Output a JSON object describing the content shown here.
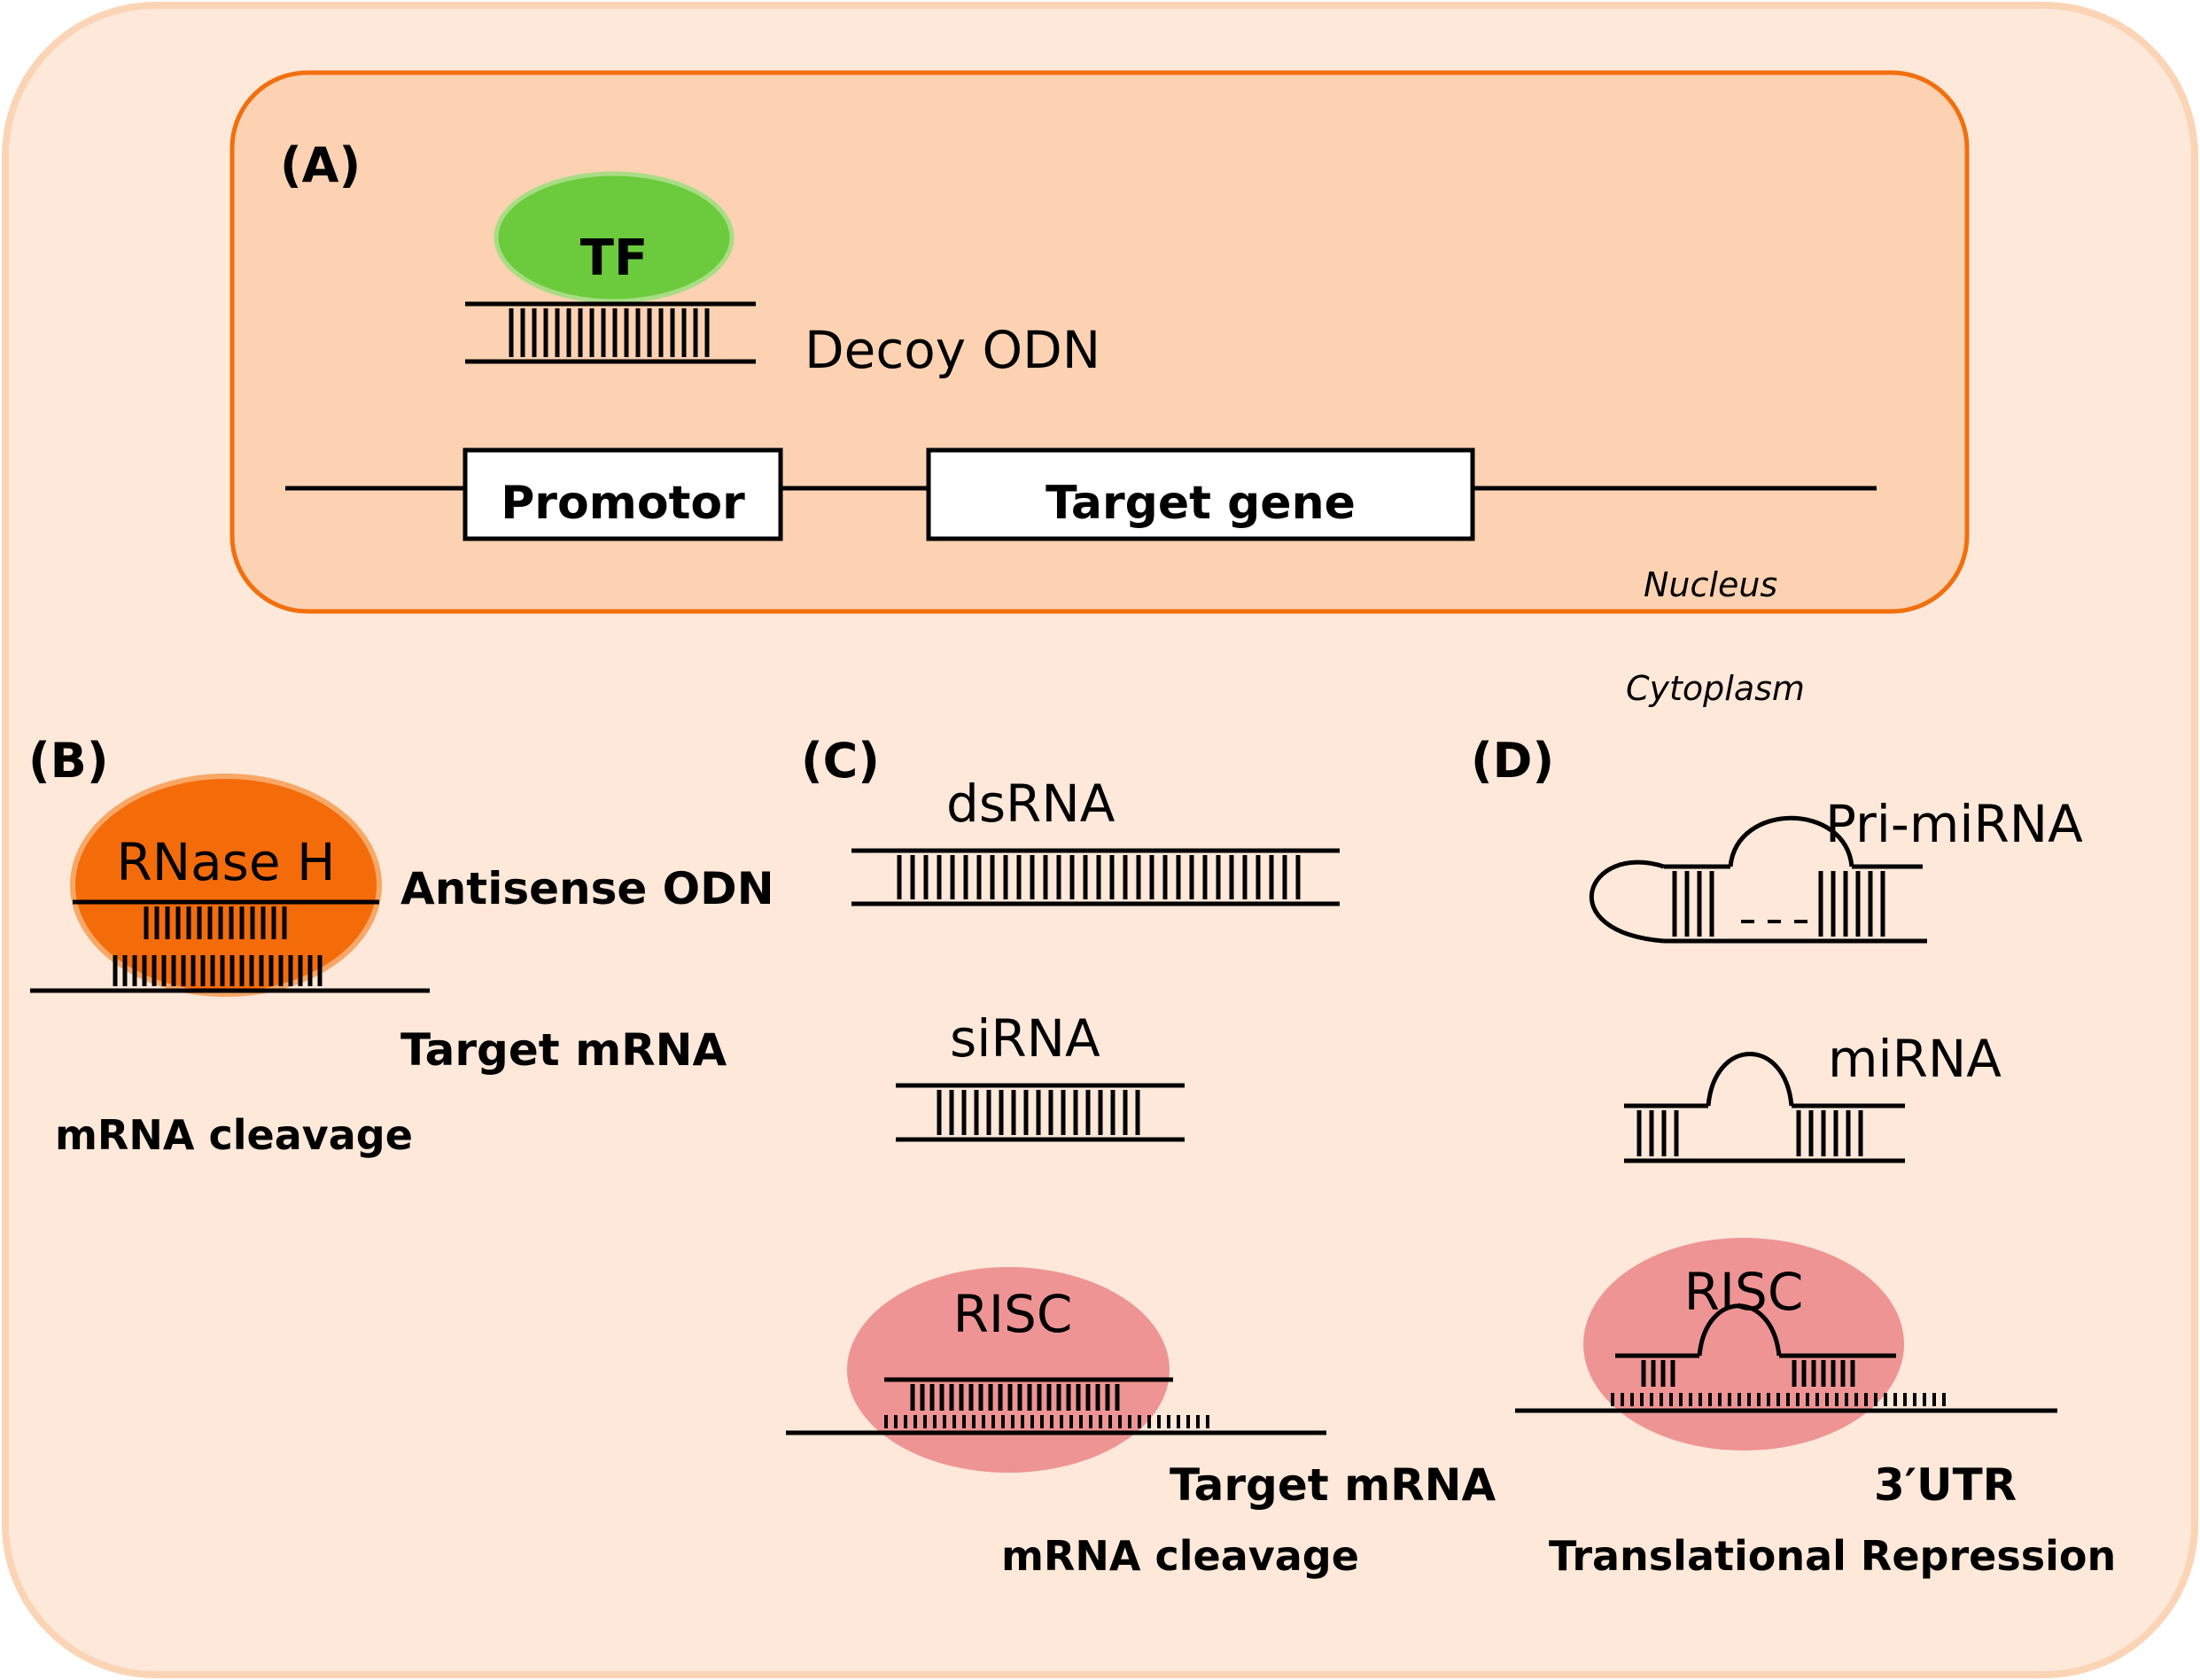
{
  "nucleus": {
    "label": "Nucleus",
    "panel_a": {
      "tag": "(A)",
      "tf_label": "TF",
      "decoy_label": "Decoy ODN",
      "promotor_label": "Promotor",
      "target_gene_label": "Target gene"
    }
  },
  "cytoplasm": {
    "label": "Cytoplasm",
    "panel_b": {
      "tag": "(B)",
      "rnase_label": "RNase H",
      "antisense_label": "Antisense ODN",
      "target_mrna_label": "Target mRNA",
      "cleavage_label": "mRNA cleavage"
    },
    "panel_c": {
      "tag": "(C)",
      "dsrna_label": "dsRNA",
      "sirna_label": "siRNA",
      "risc_label": "RISC",
      "target_mrna_label": "Target mRNA",
      "cleavage_label": "mRNA cleavage"
    },
    "panel_d": {
      "tag": "(D)",
      "pri_mirna_label": "Pri-miRNA",
      "mirna_label": "miRNA",
      "risc_label": "RISC",
      "utr_label": "3′UTR",
      "repression_label": "Translational Repression"
    }
  },
  "colors": {
    "cell_fill": "#FDE8DA",
    "cell_stroke": "#FBD4B6",
    "nucleus_fill": "#FCD2B2",
    "nucleus_stroke": "#F26F0D",
    "tf_fill": "#6BCB3C",
    "rnase_fill": "#F46B0A",
    "risc_fill": "#EE9494"
  }
}
